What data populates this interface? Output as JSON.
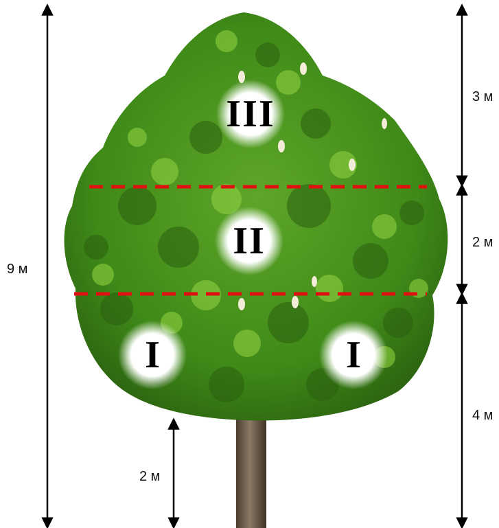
{
  "measurements": {
    "total_height": "9 м",
    "top_zone": "3 м",
    "middle_zone": "2 м",
    "lower_zone": "4 м",
    "trunk_height": "2 м"
  },
  "zones": {
    "upper": "III",
    "middle": "II",
    "lower_left": "I",
    "lower_right": "I"
  },
  "colors": {
    "foliage_dark": "#2f6e12",
    "foliage_mid": "#4f9a1f",
    "foliage_light": "#8bc83a",
    "divider": "#e01010",
    "trunk": "#6a5744",
    "arrow": "#000000"
  }
}
